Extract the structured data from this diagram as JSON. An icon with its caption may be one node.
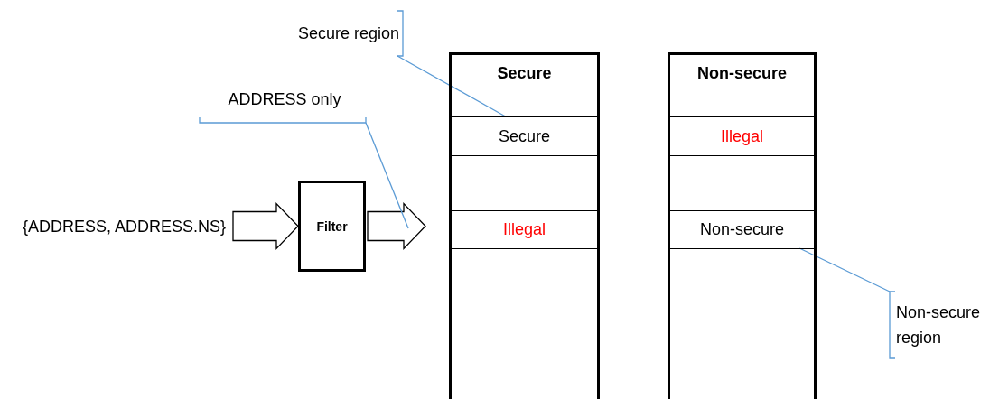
{
  "diagram": {
    "nodes": [
      {
        "text": [
          "Secure region"
        ]
      },
      {
        "text": [
          "ADDRESS only"
        ]
      },
      {
        "text": [
          "Secure"
        ]
      },
      {
        "text": [
          "Secure"
        ],
        "in": 2
      },
      {
        "text": [
          "Illegal"
        ],
        "in": 2
      },
      {
        "text": [
          "Non-secure"
        ]
      },
      {
        "text": [
          "Illegal"
        ],
        "in": 5
      },
      {
        "text": [
          "Non-secure"
        ],
        "in": 5
      },
      {
        "text": [
          "{ADDRESS, ADDRESS.NS}"
        ]
      },
      {
        "text": [
          "Filter"
        ]
      },
      {
        "text": [
          "Non-secure region"
        ]
      }
    ],
    "edges": [
      {
        "from": 8,
        "to": 9,
        "arrow": "to",
        "color": "#000000"
      },
      {
        "from": 9,
        "to": null,
        "arrow": "to",
        "color": "#000000"
      },
      {
        "from": 0,
        "to": 3,
        "arrow": "none"
      },
      {
        "from": 1,
        "to": null,
        "arrow": "none"
      },
      {
        "from": 10,
        "to": 7,
        "arrow": "none"
      }
    ]
  }
}
